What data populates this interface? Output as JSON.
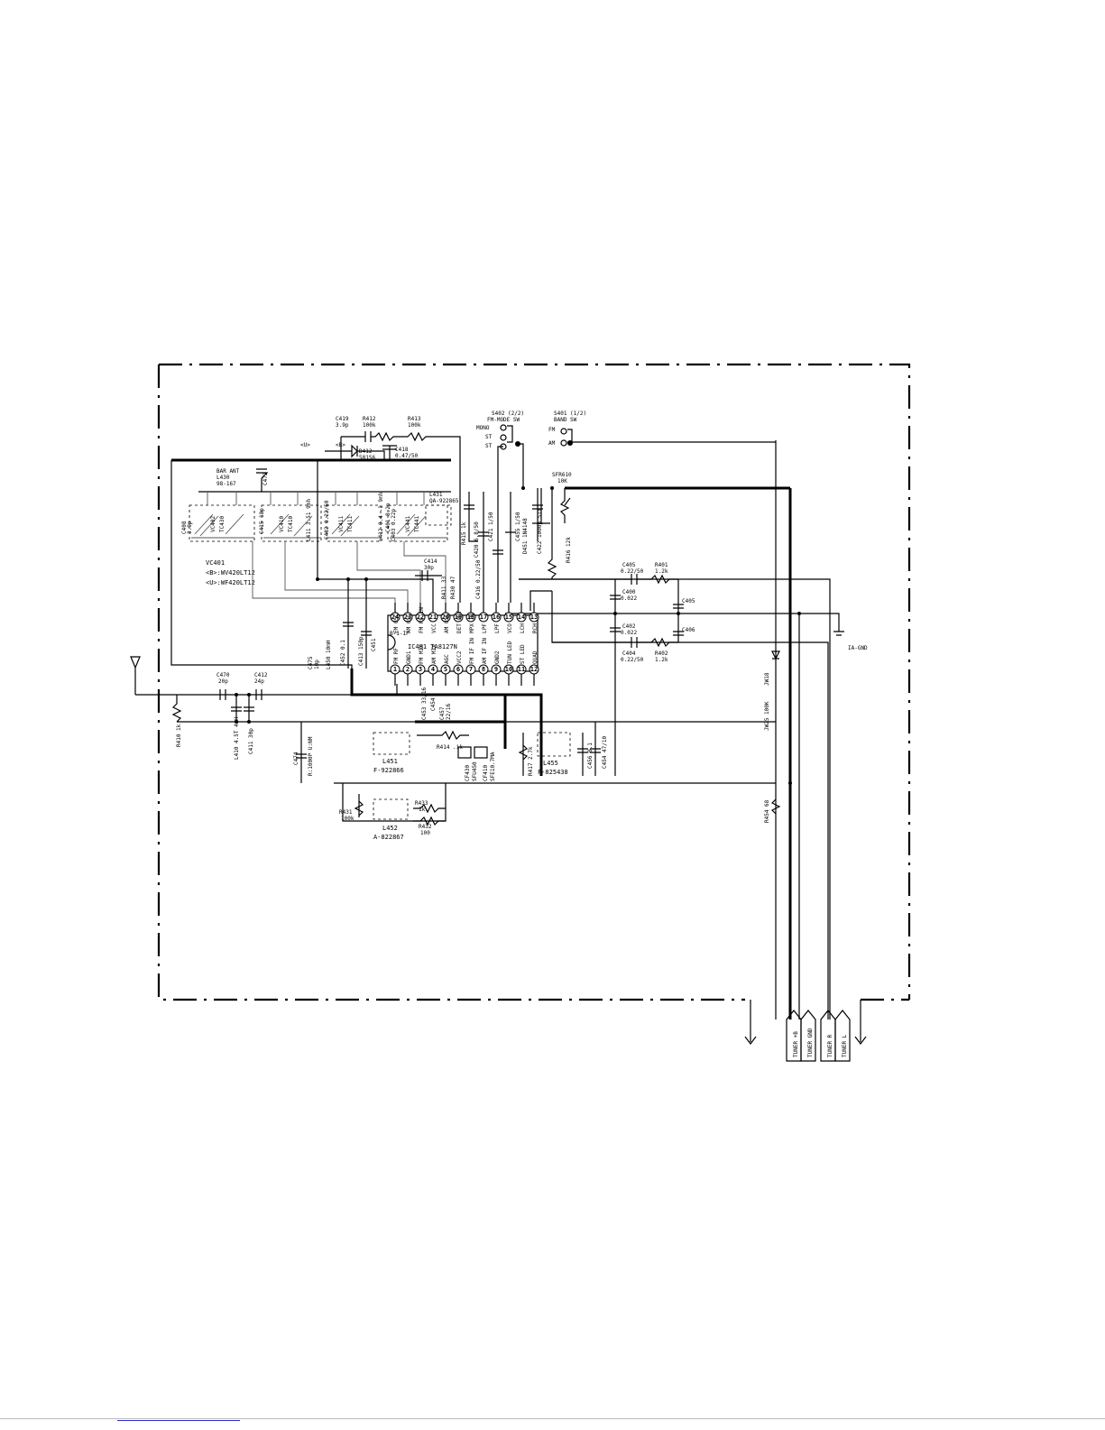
{
  "ic": {
    "name": "IC401 TA8127N",
    "top_pins": [
      {
        "num": "24",
        "label": "FM OSC"
      },
      {
        "num": "23",
        "label": "AM OSC"
      },
      {
        "num": "22",
        "label": "FM RF IN"
      },
      {
        "num": "21",
        "label": "VCC"
      },
      {
        "num": "20",
        "label": "AM OSC"
      },
      {
        "num": "19",
        "label": "DET OUT"
      },
      {
        "num": "18",
        "label": "MPX IN"
      },
      {
        "num": "17",
        "label": "LPF"
      },
      {
        "num": "16",
        "label": "LPF"
      },
      {
        "num": "15",
        "label": "VCO"
      },
      {
        "num": "14",
        "label": "LCH"
      },
      {
        "num": "13",
        "label": "RCH"
      }
    ],
    "bottom_pins": [
      {
        "num": "1",
        "label": "FM RF"
      },
      {
        "num": "2",
        "label": "GND1"
      },
      {
        "num": "3",
        "label": "FM MIX"
      },
      {
        "num": "4",
        "label": "AM MIX"
      },
      {
        "num": "5",
        "label": "AGC"
      },
      {
        "num": "6",
        "label": "VCC2"
      },
      {
        "num": "7",
        "label": "FM IF IN"
      },
      {
        "num": "8",
        "label": "AM IF IN"
      },
      {
        "num": "9",
        "label": "GND2"
      },
      {
        "num": "10",
        "label": "TUN LED"
      },
      {
        "num": "11",
        "label": "ST LED"
      },
      {
        "num": "12",
        "label": "QUAD"
      }
    ],
    "inner_left": "B-1-IF"
  },
  "labels": {
    "c419": "C419",
    "c419v": "3.9p",
    "r412": "R412",
    "r412v": "100k",
    "r413": "R413",
    "r413v": "100k",
    "u_diode": "<U>",
    "b_diode": "<B>",
    "d412": "D412",
    "d412v": "501S6",
    "c418": "C418",
    "c418v": "0.47/50",
    "s402": "S402 (2/2)",
    "s402n": "FM-MODE SW",
    "mono": "MONO",
    "st": "ST",
    "s401": "S401 (1/2)",
    "s401n": "BAND SW",
    "fm": "FM",
    "am": "AM",
    "sfr": "SFR610",
    "sfrv": "10K",
    "c472": "C472",
    "bar_ant": "BAR ANT",
    "l430": "L430",
    "l430v": "98-167",
    "l431": "L431",
    "l431v": "QA-922865",
    "c408": "C408",
    "c408v": "3.9p",
    "c415": "C415 18p",
    "l411": "L411 3.51 9mh",
    "c402": "C402 0.22/50",
    "l412": "L412 0.4 -1 9mh",
    "c401": "C401 8.2p",
    "c403": "C403 0.22p",
    "vc_tags": [
      "VC402",
      "VC410",
      "VC411",
      "VC441"
    ],
    "tc_tags": [
      "TC430",
      "TC410",
      "TC411",
      "TC441"
    ],
    "vc401": "VC401",
    "vc401b": "<B>:WV420LT12",
    "vc401u": "<U>:WF420LT12",
    "c420": "C420 6.8/50",
    "c421": "C421 1/50",
    "c455": "C455 1/50",
    "d451": "D451 1N4148",
    "c422": "C422 1000p STY",
    "r415": "R415 1k",
    "r416": "R416 12k",
    "c414": "C414",
    "c414v": "30p",
    "r411": "R411 33",
    "r430": "R430 47",
    "c416": "C416 0.22/50",
    "c475": "C475",
    "c475v": "10p",
    "l450": "L450 10mH",
    "c452": "C452 0.1",
    "c413": "C413 150p",
    "c451": "C451",
    "c405": "C405",
    "c405v": "0.22/50",
    "r401": "R401",
    "r401v": "1.2k",
    "c400": "C400",
    "c400v": "0.022",
    "c405b": "C405",
    "c402b": "C402",
    "c402bv": "0.022",
    "c406": "C406",
    "c404": "C404",
    "c404v": "0.22/50",
    "r402": "R402",
    "r402v": "1.2k",
    "ia_gnd": "IA-GND",
    "c470": "C470",
    "c470v": "20p",
    "c412": "C412",
    "c412v": "24p",
    "r410": "R410 1k",
    "l410": "L410 4.5T 4mH",
    "c411": "C411 30p",
    "c474": "C474",
    "c474v": "R:1000P U:NM",
    "l451": "L451",
    "l451v": "F-922866",
    "r414": "R414 .ik",
    "c453": "C453 33/16",
    "c454b": "C454",
    "c457": "C457",
    "c457v": "22/16",
    "cf430": "CF430",
    "cf430v": "SFU450",
    "cf410": "CF410",
    "cf410v": "SFE10.7MA",
    "r417": "R417 2.7k",
    "l455": "L455",
    "l455v": "F-825438",
    "c456": "C456 0.1",
    "c454": "C454 47/10",
    "r431": "R431",
    "r431v": "100k",
    "r433": "R433",
    "r433v": "1k",
    "r432": "R432",
    "r432v": "100",
    "l452": "L452",
    "l452v": "A-822867",
    "jw18": "JW18",
    "jw25": "JW25 100K",
    "r454": "R454 68"
  },
  "connector_labels": [
    "TUNER +B",
    "TUNER GND",
    "TUNER R",
    "TUNER L"
  ]
}
